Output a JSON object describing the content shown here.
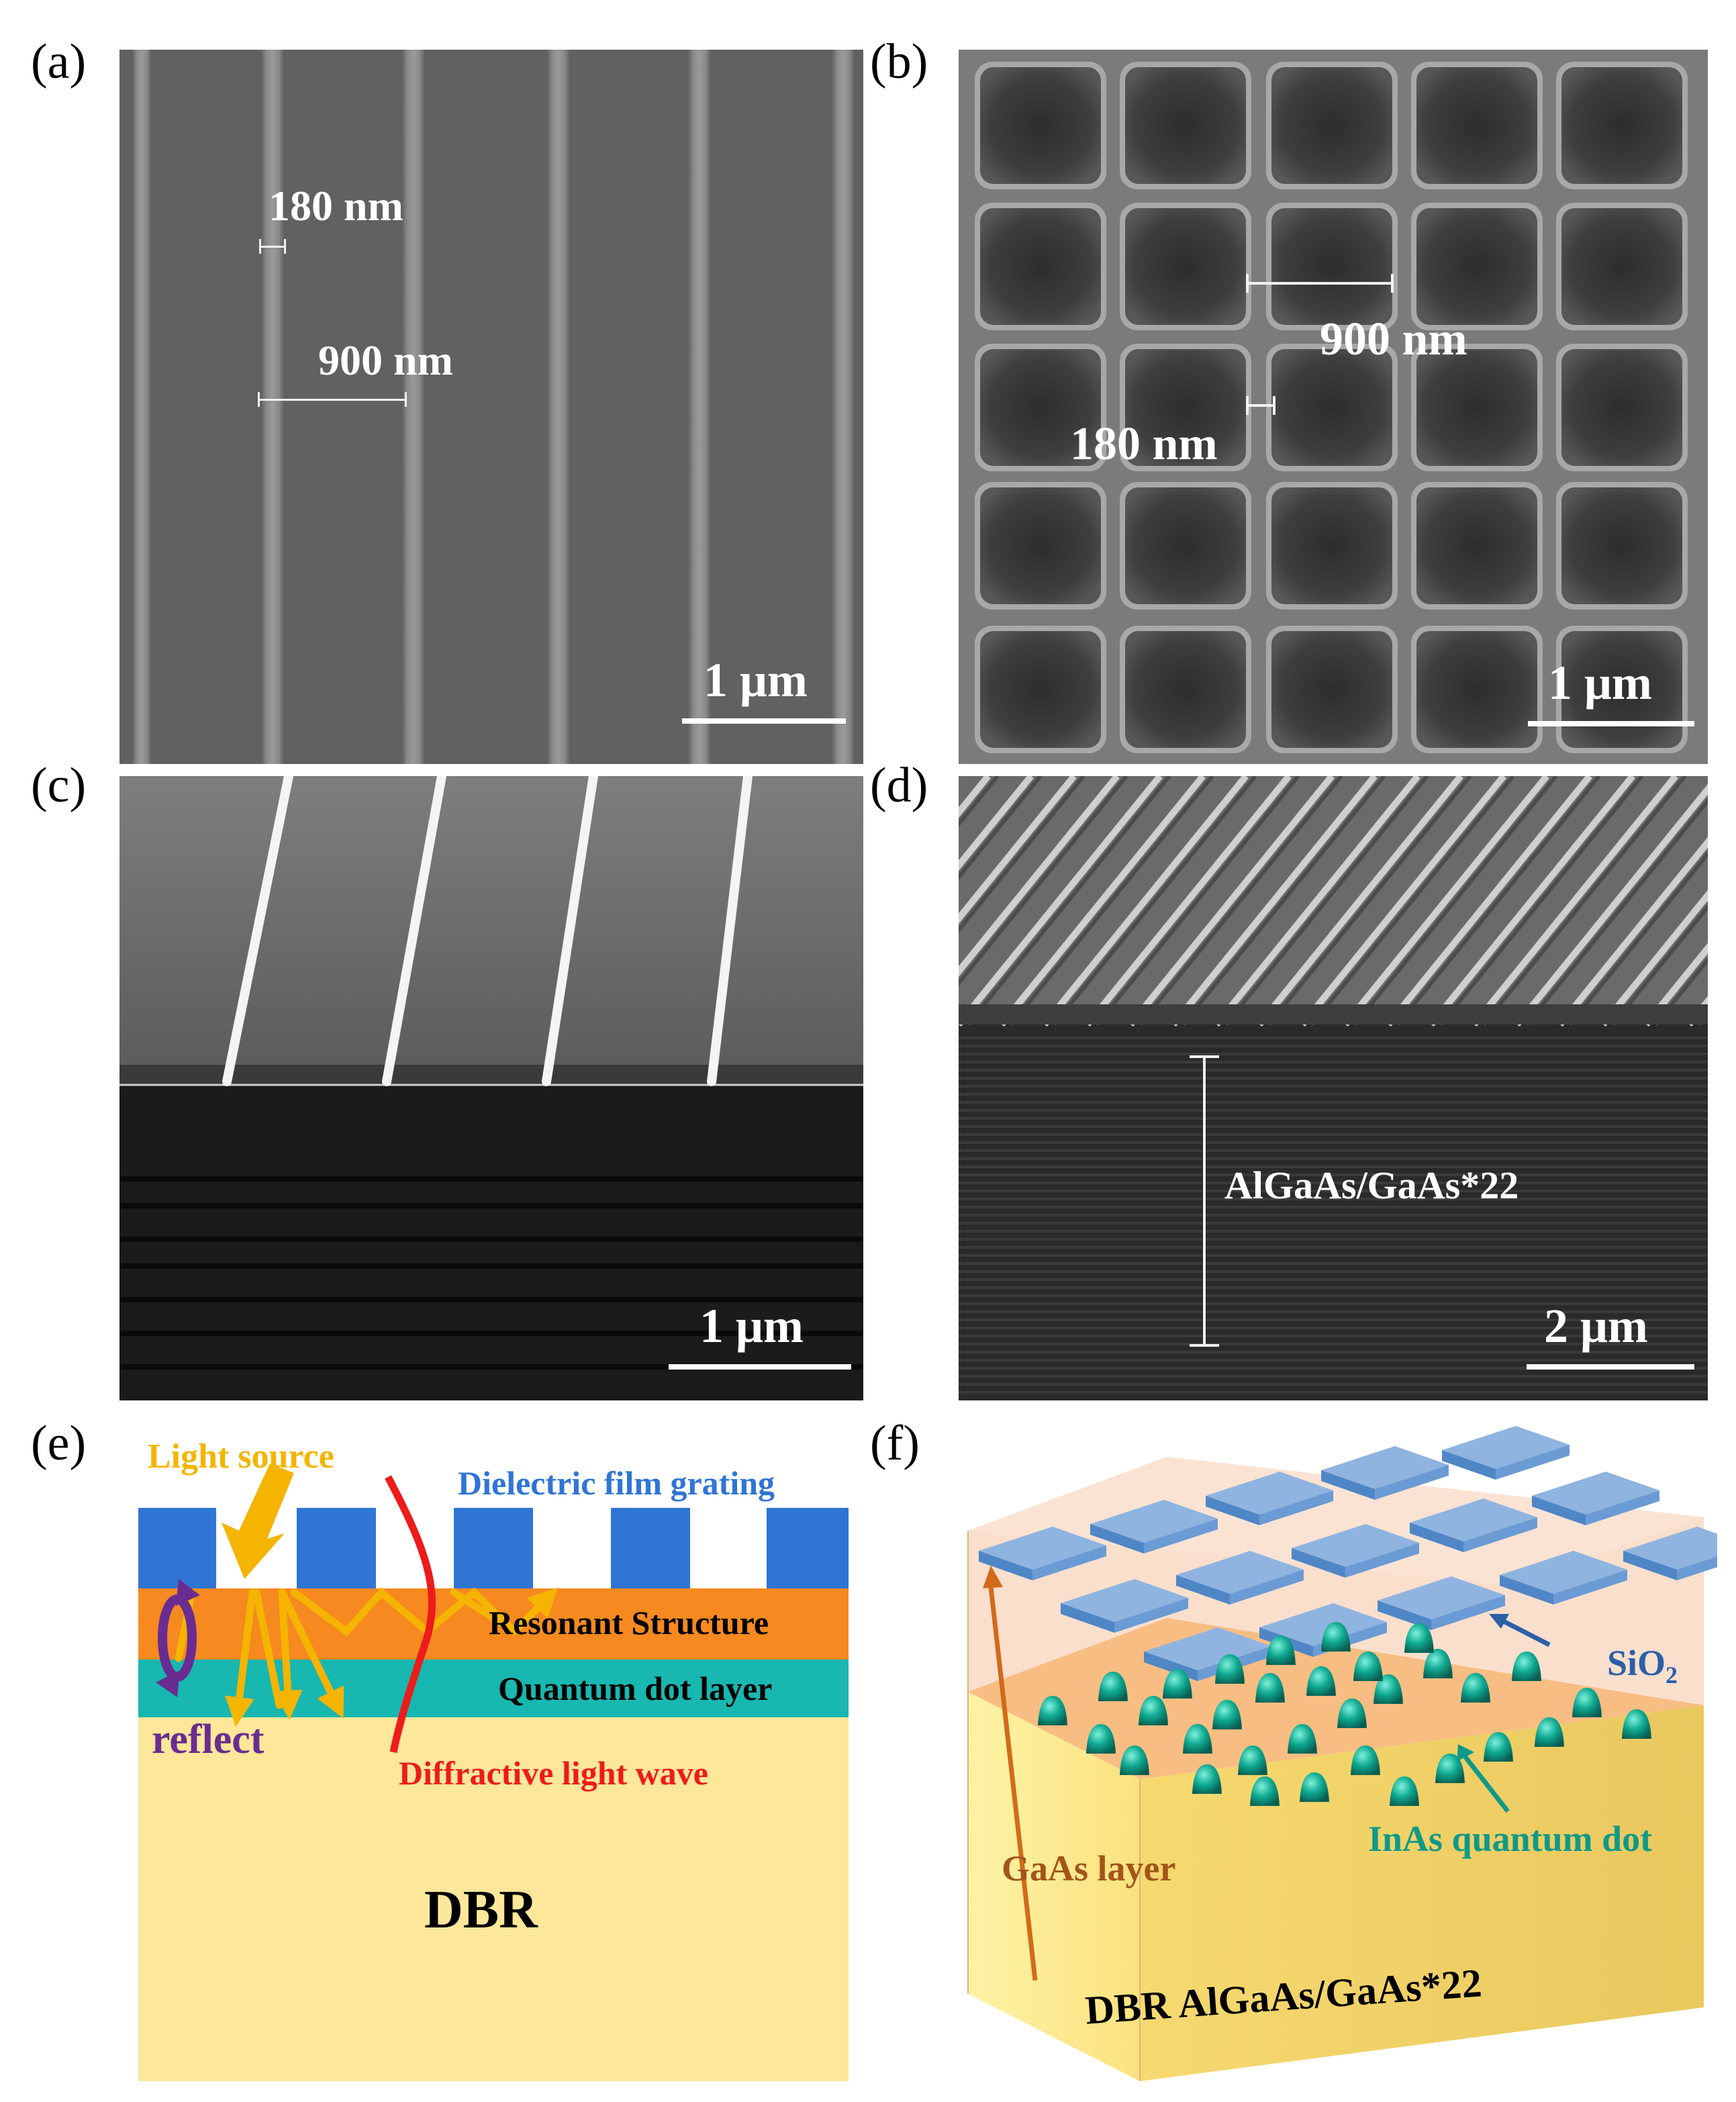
{
  "panel_labels": {
    "a": "(a)",
    "b": "(b)",
    "c": "(c)",
    "d": "(d)",
    "e": "(e)",
    "f": "(f)"
  },
  "panel_a": {
    "measure_small": "180 nm",
    "measure_large": "900 nm",
    "scale_bar": "1 μm"
  },
  "panel_b": {
    "measure_large": "900 nm",
    "measure_small": "180 nm",
    "scale_bar": "1 μm"
  },
  "panel_c": {
    "scale_bar": "1 μm"
  },
  "panel_d": {
    "stack_label": "AlGaAs/GaAs*22",
    "scale_bar": "2 μm"
  },
  "panel_e": {
    "light_source": "Light source",
    "grating": "Dielectric film grating",
    "resonant": "Resonant Structure",
    "qd_layer": "Quantum dot layer",
    "reflect": "reflect",
    "diffractive": "Diffractive light wave",
    "dbr": "DBR"
  },
  "panel_f": {
    "sio2_main": "SiO",
    "sio2_sub": "2",
    "inas": "InAs quantum dot",
    "gaas": "GaAs layer",
    "dbr": "DBR  AlGaAs/GaAs*22"
  },
  "colors": {
    "sem_gray": "#5e5e5e",
    "grating_blue": "#2f75d6",
    "resonant_orange": "#f6891f",
    "qd_teal": "#18b7b0",
    "dbr_yellow": "#fde79a",
    "light_source_yellow": "#f5b400",
    "diffractive_red": "#ee1b1b",
    "reflect_purple": "#6a2c91",
    "gaas_brown": "#b5561a",
    "sio2_blue": "#2a60a8",
    "inas_teal": "#0f9988"
  }
}
